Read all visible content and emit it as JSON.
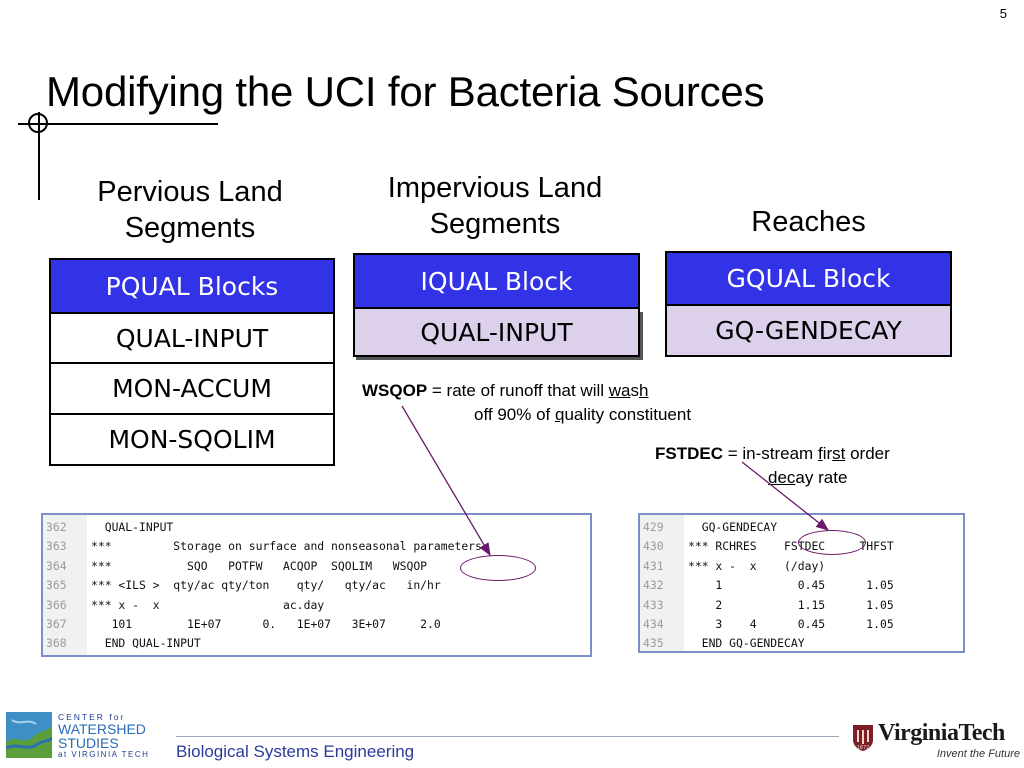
{
  "slide": {
    "number": "5",
    "title": "Modifying the UCI for Bacteria Sources"
  },
  "pervious": {
    "heading_line1": "Pervious Land",
    "heading_line2": "Segments",
    "header": "PQUAL Blocks",
    "rows": [
      "QUAL-INPUT",
      "MON-ACCUM",
      "MON-SQOLIM"
    ]
  },
  "impervious": {
    "heading_line1": "Impervious Land",
    "heading_line2": "Segments",
    "header": "IQUAL Block",
    "rows": [
      "QUAL-INPUT"
    ]
  },
  "reaches": {
    "heading": "Reaches",
    "header": "GQUAL Block",
    "rows": [
      "GQ-GENDECAY"
    ]
  },
  "wsqop_note": {
    "term": "WSQOP",
    "def_a": " = rate of runoff that will ",
    "def_b": "wa",
    "def_c": "s",
    "def_d": "h",
    "line2_a": "off 90% of ",
    "line2_b": "q",
    "line2_c": "uality constituent"
  },
  "fstdec_note": {
    "term": "FSTDEC",
    "def_a": " = in-stream ",
    "def_b": "f",
    "def_c": "ir",
    "def_d": "st",
    "def_e": " order",
    "line2_a": "dec",
    "line2_b": "ay rate"
  },
  "qual_code": [
    {
      "num": "362",
      "text": "  QUAL-INPUT"
    },
    {
      "num": "363",
      "text": "***         Storage on surface and nonseasonal parameters"
    },
    {
      "num": "364",
      "text": "***           SQO   POTFW   ACQOP  SQOLIM   WSQOP"
    },
    {
      "num": "365",
      "text": "*** <ILS >  qty/ac qty/ton    qty/   qty/ac   in/hr"
    },
    {
      "num": "366",
      "text": "*** x -  x                  ac.day"
    },
    {
      "num": "367",
      "text": "   101        1E+07      0.   1E+07   3E+07     2.0"
    },
    {
      "num": "368",
      "text": "  END QUAL-INPUT"
    }
  ],
  "gq_code": [
    {
      "num": "429",
      "text": "  GQ-GENDECAY"
    },
    {
      "num": "430",
      "text": "*** RCHRES    FSTDEC     THFST"
    },
    {
      "num": "431",
      "text": "*** x -  x    (/day)"
    },
    {
      "num": "432",
      "text": "    1           0.45      1.05"
    },
    {
      "num": "433",
      "text": "    2           1.15      1.05"
    },
    {
      "num": "434",
      "text": "    3    4      0.45      1.05"
    },
    {
      "num": "435",
      "text": "  END GQ-GENDECAY"
    }
  ],
  "footer": {
    "center_line1": "CENTER",
    "center_for": "for",
    "watershed": "WATERSHED",
    "studies": "STUDIES",
    "at_vt": "at VIRGINIA TECH",
    "department": "Biological Systems Engineering",
    "vt_brand": "VirginiaTech",
    "vt_tagline": "Invent the Future",
    "vt_year": "1872"
  },
  "colors": {
    "block_header": "#3232e6",
    "lavender_row": "#ddd0ea",
    "arrow": "#6a1a6a",
    "code_border": "#7b8fc8",
    "footer_text": "#2b3a9a",
    "vt_maroon": "#7a1f2b"
  }
}
